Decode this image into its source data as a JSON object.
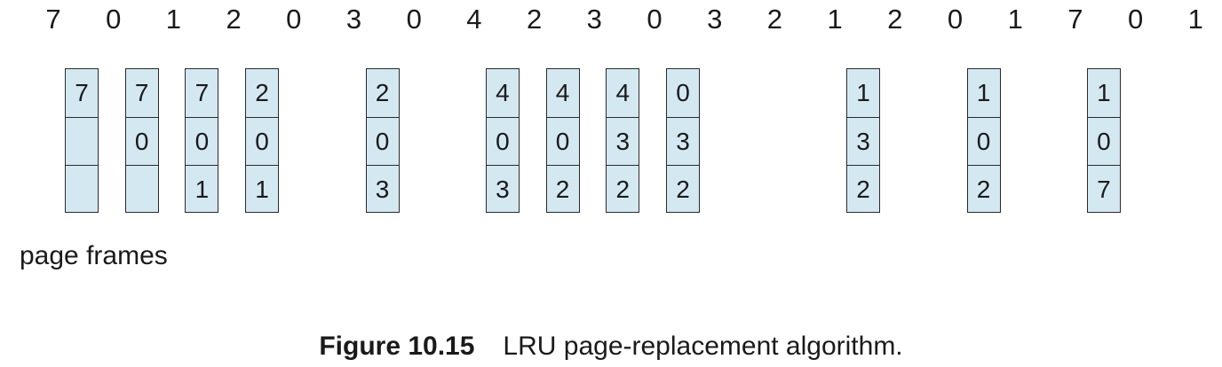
{
  "reference_string": [
    "7",
    "0",
    "1",
    "2",
    "0",
    "3",
    "0",
    "4",
    "2",
    "3",
    "0",
    "3",
    "2",
    "1",
    "2",
    "0",
    "1",
    "7",
    "0",
    "1"
  ],
  "frames": [
    {
      "ref_index": 0,
      "cells": [
        "7",
        "",
        ""
      ]
    },
    {
      "ref_index": 1,
      "cells": [
        "7",
        "0",
        ""
      ]
    },
    {
      "ref_index": 2,
      "cells": [
        "7",
        "0",
        "1"
      ]
    },
    {
      "ref_index": 3,
      "cells": [
        "2",
        "0",
        "1"
      ]
    },
    {
      "ref_index": 5,
      "cells": [
        "2",
        "0",
        "3"
      ]
    },
    {
      "ref_index": 7,
      "cells": [
        "4",
        "0",
        "3"
      ]
    },
    {
      "ref_index": 8,
      "cells": [
        "4",
        "0",
        "2"
      ]
    },
    {
      "ref_index": 9,
      "cells": [
        "4",
        "3",
        "2"
      ]
    },
    {
      "ref_index": 10,
      "cells": [
        "0",
        "3",
        "2"
      ]
    },
    {
      "ref_index": 13,
      "cells": [
        "1",
        "3",
        "2"
      ]
    },
    {
      "ref_index": 15,
      "cells": [
        "1",
        "0",
        "2"
      ]
    },
    {
      "ref_index": 17,
      "cells": [
        "1",
        "0",
        "7"
      ]
    }
  ],
  "frames_label": "page frames",
  "caption": {
    "number": "Figure 10.15",
    "text": "LRU page-replacement algorithm."
  },
  "colors": {
    "frame_fill": "#d4e8f2",
    "frame_border": "#2a2a2a",
    "text": "#1a1a1a"
  }
}
